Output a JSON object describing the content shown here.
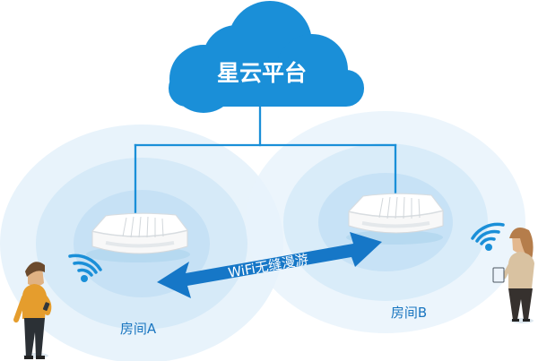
{
  "cloud": {
    "label": "星云平台"
  },
  "roaming": {
    "label": "WiFi无缝漫游"
  },
  "rooms": {
    "a": "房间A",
    "b": "房间B"
  },
  "colors": {
    "cloud": "#1a8fd8",
    "line": "#1a8fd8",
    "arrow": "#1677c7",
    "coverage_outer": "#dcedf9",
    "coverage_mid": "#c8e3f6",
    "coverage_inner": "#b8dcf3",
    "label": "#1a76c0"
  },
  "icons": {
    "cloud": "cloud-icon",
    "access_point_a": "wireless-access-point-icon",
    "access_point_b": "wireless-access-point-icon",
    "wifi_a": "wifi-signal-icon",
    "wifi_b": "wifi-signal-icon",
    "person_a": "person-with-phone-icon",
    "person_b": "person-with-tablet-icon"
  }
}
